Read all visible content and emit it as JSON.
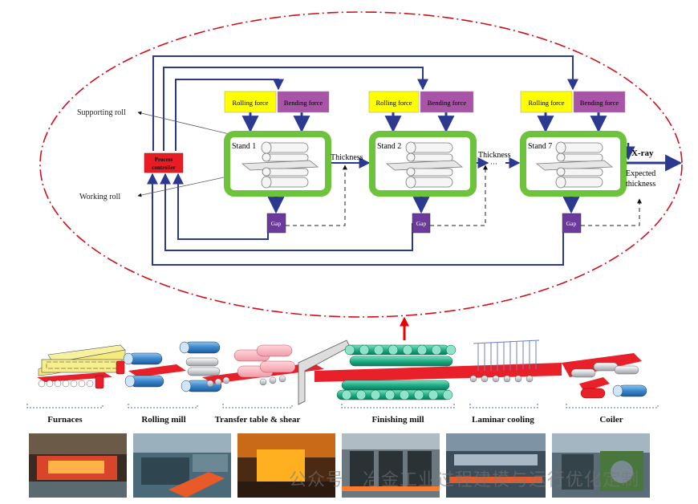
{
  "control": {
    "process_controller": [
      "Process",
      "controller"
    ],
    "supporting_roll": "Supporting roll",
    "working_roll": "Working roll",
    "stands": [
      {
        "name": "Stand 1",
        "rolling_force": "Rolling force",
        "bending_force": "Bending force",
        "gap": "Gap"
      },
      {
        "name": "Stand 2",
        "rolling_force": "Rolling force",
        "bending_force": "Bending force",
        "gap": "Gap"
      },
      {
        "name": "Stand 7",
        "rolling_force": "Rolling force",
        "bending_force": "Bending force",
        "gap": "Gap"
      }
    ],
    "thickness_1": "Thickness",
    "thickness_2": "Thickness",
    "ellipsis": "···",
    "xray": "X-ray",
    "expected_thickness": [
      "Expected",
      "thickness"
    ]
  },
  "line": {
    "sections": [
      "Furnaces",
      "Rolling mill",
      "Transfer table & shear",
      "Finishing mill",
      "Laminar cooling",
      "Coiler"
    ]
  },
  "watermark": "公众号：冶金工业过程建模与运行优化定制",
  "colors": {
    "yellow": "#ffff00",
    "purple": "#a855a8",
    "green": "#6dc33b",
    "gap": "#6b3a9c",
    "controller": "#e81c24",
    "arrow": "#2b3990",
    "strip": "#e8202a",
    "dashed_ellipse": "#d0101c"
  }
}
